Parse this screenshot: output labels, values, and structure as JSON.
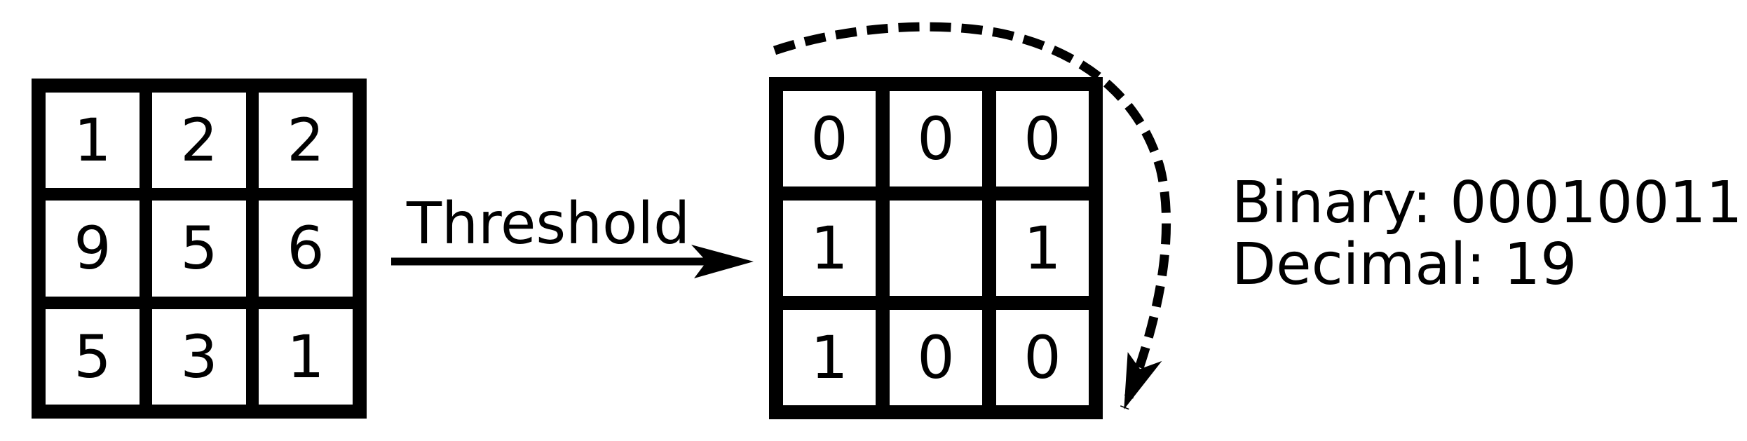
{
  "colors": {
    "ink": "#000000",
    "paper": "#ffffff"
  },
  "left_grid": {
    "cells": [
      "1",
      "2",
      "2",
      "9",
      "5",
      "6",
      "5",
      "3",
      "1"
    ]
  },
  "threshold": {
    "label": "Threshold"
  },
  "right_grid": {
    "cells": [
      "0",
      "0",
      "0",
      "1",
      "",
      "1",
      "1",
      "0",
      "0"
    ]
  },
  "result": {
    "binary_line": "Binary: 00010011",
    "decimal_line": "Decimal: 19"
  }
}
